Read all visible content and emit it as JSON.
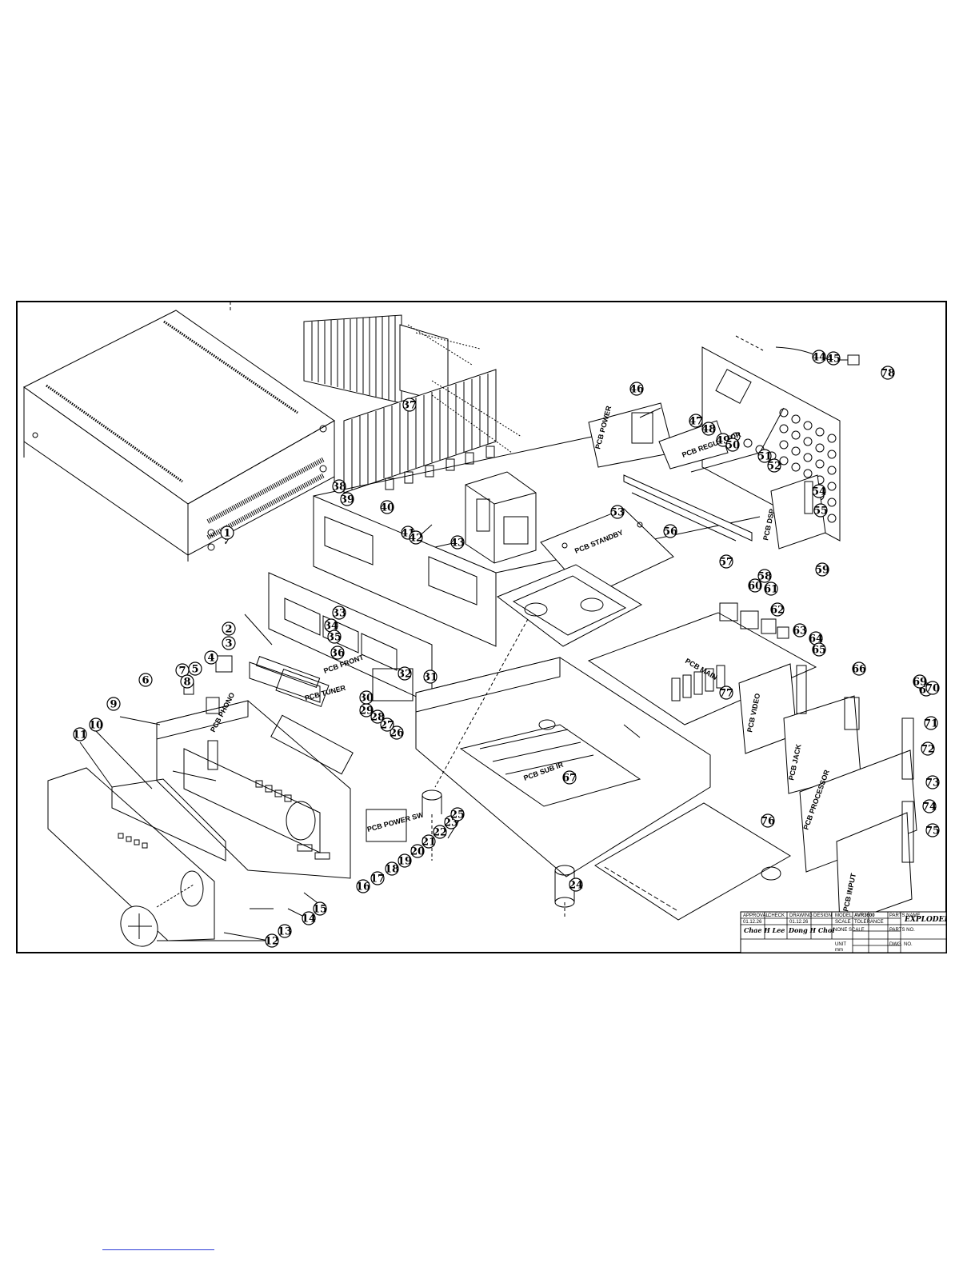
{
  "title_block": {
    "approval": "APPROVAL",
    "check": "CHECK",
    "drawing": "DRAWING",
    "design": "DESIGN",
    "model_label": "MODEL",
    "model_value": "AVR3600",
    "parts_name_label": "PARTS NAME",
    "title": "EXPLODED VIEW",
    "date_1": "01.12.26",
    "date_2": "01.12.26",
    "scale_label": "SCALE",
    "tolerance_label": "TOLERANCE",
    "none_scale": "NONE SCALE",
    "unit_label": "UNIT",
    "mm": "mm",
    "parts_no_label": "PARTS NO.",
    "dwg_no_label": "DWG. NO.",
    "approver": "Chae H Lee",
    "drawer": "Dong H Choi"
  },
  "pcb_labels": {
    "power": "PCB POWER",
    "standby": "PCB STANDBY",
    "main_amp": "PCB MAIN",
    "front": "PCB FRONT",
    "jack": "PCB JACK",
    "dsp": "PCB DSP",
    "video": "PCB VIDEO",
    "processor": "PCB PROCESSOR",
    "input": "PCB INPUT",
    "phono": "PCB PHONO",
    "tuner": "PCB TUNER",
    "power_sw": "PCB POWER SW",
    "ir_sub": "PCB SUB IR",
    "regulator": "PCB REGULATOR"
  },
  "callouts": [
    "1",
    "2",
    "3",
    "4",
    "5",
    "6",
    "7",
    "8",
    "9",
    "10",
    "11",
    "12",
    "13",
    "14",
    "15",
    "16",
    "17",
    "18",
    "19",
    "20",
    "21",
    "22",
    "23",
    "24",
    "25",
    "26",
    "27",
    "28",
    "29",
    "30",
    "31",
    "32",
    "33",
    "34",
    "35",
    "36",
    "37",
    "38",
    "39",
    "40",
    "41",
    "42",
    "43",
    "44",
    "45",
    "46",
    "47",
    "48",
    "49",
    "50",
    "51",
    "52",
    "53",
    "54",
    "55",
    "56",
    "57",
    "58",
    "59",
    "60",
    "61",
    "62",
    "63",
    "64",
    "65",
    "66",
    "67",
    "68",
    "69",
    "70",
    "71",
    "72",
    "73",
    "74",
    "75",
    "76",
    "77",
    "78"
  ]
}
